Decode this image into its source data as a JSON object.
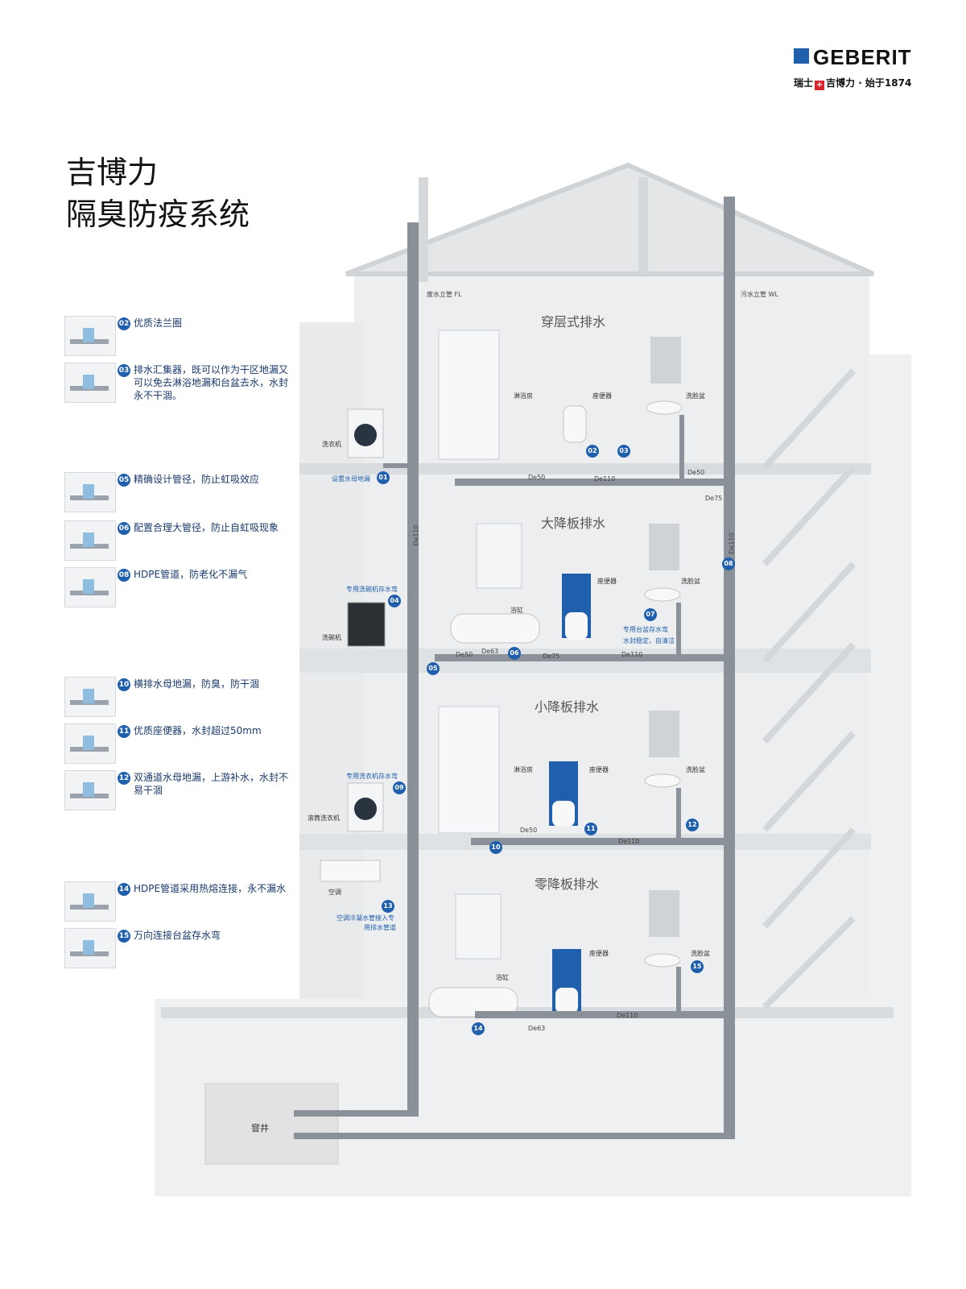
{
  "brand": {
    "name": "GEBERIT",
    "tagline_pre": "瑞士",
    "tagline_post": "吉博力 · 始于1874"
  },
  "title": {
    "line1": "吉博力",
    "line2": "隔臭防疫系统"
  },
  "risers": {
    "left": "废水立管 FL",
    "right": "污水立管 WL",
    "left_size": "De110",
    "right_size": "De110"
  },
  "legend": [
    {
      "num": "02",
      "text": "优质法兰圈"
    },
    {
      "num": "03",
      "text": "排水汇集器，既可以作为干区地漏又可以免去淋浴地漏和台盆去水，水封永不干涸。"
    },
    {
      "num": "05",
      "text": "精确设计管径，防止虹吸效应"
    },
    {
      "num": "06",
      "text": "配置合理大管径，防止自虹吸现象"
    },
    {
      "num": "08",
      "text": "HDPE管道，防老化不漏气"
    },
    {
      "num": "10",
      "text": "横排水母地漏，防臭，防干涸"
    },
    {
      "num": "11",
      "text": "优质座便器，水封超过50mm"
    },
    {
      "num": "12",
      "text": "双通道水母地漏，上游补水，水封不易干涸"
    },
    {
      "num": "14",
      "text": "HDPE管道采用热熔连接，永不漏水"
    },
    {
      "num": "15",
      "text": "万向连接台盆存水弯"
    }
  ],
  "floors": [
    {
      "title": "穿层式排水",
      "fixtures": {
        "shower": "淋浴房",
        "toilet": "座便器",
        "basin": "洗脸盆",
        "washer": "洗衣机"
      },
      "pipes": [
        "De50",
        "De110",
        "De50",
        "De75"
      ],
      "callouts": [
        "01",
        "02",
        "03"
      ],
      "notes": {
        "floor_drain": "设置水母地漏"
      }
    },
    {
      "title": "大降板排水",
      "fixtures": {
        "bathtub": "浴缸",
        "toilet": "座便器",
        "basin": "洗脸盆",
        "dishwasher": "洗碗机"
      },
      "pipes": [
        "De50",
        "De63",
        "De75",
        "De110"
      ],
      "callouts": [
        "04",
        "05",
        "06",
        "07",
        "08"
      ],
      "notes": {
        "dishwasher_trap": "专用洗碗机存水弯",
        "basin_trap": "专用台盆存水弯",
        "basin_trap_2": "水封稳定，自清洁"
      }
    },
    {
      "title": "小降板排水",
      "fixtures": {
        "shower": "淋浴房",
        "toilet": "座便器",
        "basin": "洗脸盆",
        "washer": "滚筒洗衣机"
      },
      "pipes": [
        "De50",
        "De110"
      ],
      "callouts": [
        "09",
        "10",
        "11",
        "12"
      ],
      "notes": {
        "washer_trap": "专用洗衣机存水弯"
      }
    },
    {
      "title": "零降板排水",
      "fixtures": {
        "bathtub": "浴缸",
        "toilet": "座便器",
        "basin": "洗脸盆",
        "ac": "空调"
      },
      "pipes": [
        "De63",
        "De110"
      ],
      "callouts": [
        "13",
        "14",
        "15"
      ],
      "notes": {
        "ac_1": "空调冷凝水管接入专",
        "ac_2": "用排水管道"
      }
    }
  ],
  "cesspit": "窨井",
  "colors": {
    "brand_blue": "#1f5fac",
    "pipe": "#8a9199",
    "wall": "#e6e8ea",
    "swiss_red": "#d8232a"
  }
}
